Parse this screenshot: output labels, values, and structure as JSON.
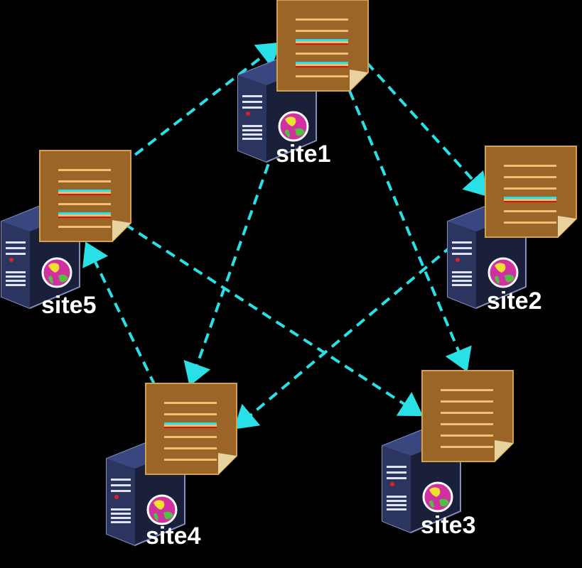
{
  "colors": {
    "background": "#000000",
    "link": "#29e0e6",
    "note_fill": "#9a6526",
    "note_fill_light": "#b8823e",
    "note_stroke": "#d4a04a",
    "note_line": "#f0c070",
    "note_red": "#e01010",
    "server_body": "#1a1f3a",
    "server_front": "#2b3560",
    "label": "#ffffff"
  },
  "sites": [
    {
      "id": "site1",
      "label": "site1",
      "icon": "server-with-note-icon",
      "notes": [
        "plain",
        "plain",
        "link",
        "plain",
        "link",
        "plain"
      ]
    },
    {
      "id": "site2",
      "label": "site2",
      "icon": "server-with-note-icon",
      "notes": [
        "plain",
        "plain",
        "plain",
        "link",
        "plain",
        "plain"
      ]
    },
    {
      "id": "site3",
      "label": "site3",
      "icon": "server-with-note-icon",
      "notes": [
        "plain",
        "plain",
        "plain",
        "plain",
        "plain",
        "plain"
      ]
    },
    {
      "id": "site4",
      "label": "site4",
      "icon": "server-with-note-icon",
      "notes": [
        "plain",
        "plain",
        "link",
        "plain",
        "plain",
        "plain"
      ]
    },
    {
      "id": "site5",
      "label": "site5",
      "icon": "server-with-note-icon",
      "notes": [
        "plain",
        "plain",
        "link",
        "plain",
        "link",
        "plain"
      ]
    }
  ],
  "links": [
    {
      "from": "site1",
      "to": "site2"
    },
    {
      "from": "site1",
      "to": "site3"
    },
    {
      "from": "site1",
      "to": "site4"
    },
    {
      "from": "site5",
      "to": "site1"
    },
    {
      "from": "site5",
      "to": "site3"
    },
    {
      "from": "site2",
      "to": "site4"
    },
    {
      "from": "site4",
      "to": "site5"
    }
  ]
}
